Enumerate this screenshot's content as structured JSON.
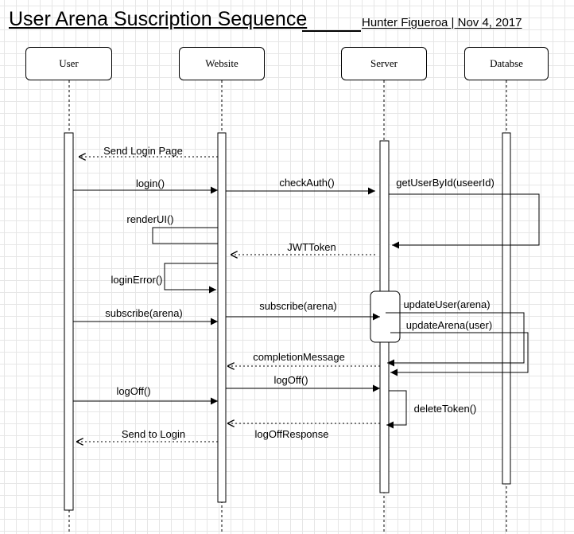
{
  "title": "User Arena Suscription Sequence",
  "subtitle": "Hunter Figueroa | Nov 4, 2017",
  "participants": [
    "User",
    "Website",
    "Server",
    "Databse"
  ],
  "messages": {
    "send_login_page": "Send Login Page",
    "login": "login()",
    "check_auth": "checkAuth()",
    "get_user_by_id": "getUserById(useerId)",
    "render_ui": "renderUI()",
    "jwt_token": "JWTToken",
    "login_error": "loginError()",
    "subscribe_user": "subscribe(arena)",
    "subscribe_website": "subscribe(arena)",
    "update_user": "updateUser(arena)",
    "update_arena": "updateArena(user)",
    "completion_message": "completionMessage",
    "log_off_user": "logOff()",
    "log_off_website": "logOff()",
    "delete_token": "deleteToken()",
    "send_to_login": "Send to Login",
    "log_off_response": "logOffResponse"
  }
}
